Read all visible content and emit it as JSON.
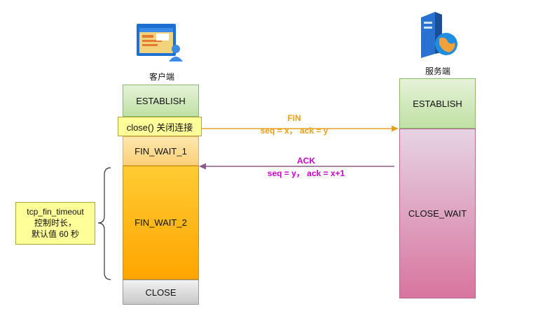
{
  "client": {
    "title": "客户端",
    "states": {
      "establish": "ESTABLISH",
      "fin_wait_1": "FIN_WAIT_1",
      "fin_wait_2": "FIN_WAIT_2",
      "close": "CLOSE"
    },
    "close_call": "close() 关闭连接",
    "icon": "client-computer-icon"
  },
  "server": {
    "title": "服务端",
    "states": {
      "establish": "ESTABLISH",
      "close_wait": "CLOSE_WAIT"
    },
    "icon": "server-globe-icon"
  },
  "messages": {
    "fin": {
      "title": "FIN",
      "detail": "seq = x， ack = y",
      "color": "#e8a01e"
    },
    "ack": {
      "title": "ACK",
      "detail": "seq = y， ack = x+1",
      "color": "#cc00cc"
    }
  },
  "note": {
    "line1": "tcp_fin_timeout",
    "line2": "控制时长，",
    "line3": "默认值 60 秒"
  }
}
